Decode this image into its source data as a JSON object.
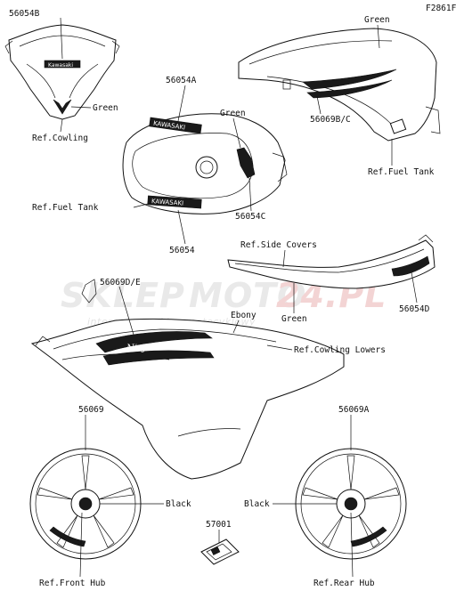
{
  "figure_code": "F2861F",
  "watermark": {
    "brand_a": "SKLEP",
    "brand_b": "MOTO",
    "brand_c": "24.PL",
    "tagline": "internetowy sklep motocyklowy"
  },
  "labels": {
    "p56054B": "56054B",
    "green_cowl": "Green",
    "ref_cowling": "Ref.Cowling",
    "green_tail": "Green",
    "p56069BC": "56069B/C",
    "ref_fuel_tank_r": "Ref.Fuel Tank",
    "p56054A": "56054A",
    "green_tank": "Green",
    "ref_fuel_tank_l": "Ref.Fuel Tank",
    "p56054C": "56054C",
    "p56054": "56054",
    "ref_side_covers": "Ref.Side Covers",
    "p56069DE": "56069D/E",
    "ebony": "Ebony",
    "green_side": "Green",
    "p56054D": "56054D",
    "ref_cowling_lowers": "Ref.Cowling Lowers",
    "p56069": "56069",
    "p56069A": "56069A",
    "black_l": "Black",
    "black_r": "Black",
    "p57001": "57001",
    "ref_front_hub": "Ref.Front Hub",
    "ref_rear_hub": "Ref.Rear Hub"
  },
  "decal_text": {
    "tank_top": "KAWASAKI",
    "tank_bottom": "KAWASAKI",
    "cowl_badge": "Kawasaki",
    "ninja": "Ninja"
  }
}
